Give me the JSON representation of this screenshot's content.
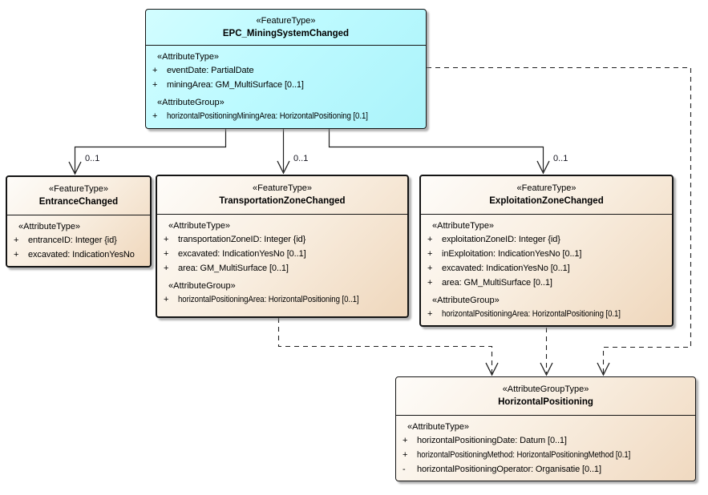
{
  "diagram": {
    "type": "uml-class-diagram",
    "background": "#ffffff",
    "colors": {
      "featuretype_changed_fill": "#bdfaff",
      "featuretype_fill": "#f7ead9",
      "border": "#141414",
      "shadow": "#7d7d7d",
      "text": "#000000"
    }
  },
  "boxes": [
    {
      "id": "epc-mining-system-changed",
      "stereotype": "«FeatureType»",
      "name": "EPC_MiningSystemChanged",
      "sections": [
        {
          "label": "«AttributeType»",
          "attrs": [
            {
              "vis": "+",
              "text": "eventDate: PartialDate"
            },
            {
              "vis": "+",
              "text": "miningArea: GM_MultiSurface [0..1]"
            }
          ]
        },
        {
          "label": "«AttributeGroup»",
          "attrs": [
            {
              "vis": "+",
              "text": "horizontalPositioningMiningArea: HorizontalPositioning [0.1]"
            }
          ]
        }
      ]
    },
    {
      "id": "entrance-changed",
      "stereotype": "«FeatureType»",
      "name": "EntranceChanged",
      "sections": [
        {
          "label": "«AttributeType»",
          "attrs": [
            {
              "vis": "+",
              "text": "entranceID: Integer {id}"
            },
            {
              "vis": "+",
              "text": "excavated: IndicationYesNo"
            }
          ]
        }
      ]
    },
    {
      "id": "transportation-zone-changed",
      "stereotype": "«FeatureType»",
      "name": "TransportationZoneChanged",
      "sections": [
        {
          "label": "«AttributeType»",
          "attrs": [
            {
              "vis": "+",
              "text": "transportationZoneID: Integer {id}"
            },
            {
              "vis": "+",
              "text": "excavated: IndicationYesNo [0..1]"
            },
            {
              "vis": "+",
              "text": "area: GM_MultiSurface [0..1]"
            }
          ]
        },
        {
          "label": "«AttributeGroup»",
          "attrs": [
            {
              "vis": "+",
              "text": "horizontalPositioningArea: HorizontalPositioning [0..1]"
            }
          ]
        }
      ]
    },
    {
      "id": "exploitation-zone-changed",
      "stereotype": "«FeatureType»",
      "name": "ExploitationZoneChanged",
      "sections": [
        {
          "label": "«AttributeType»",
          "attrs": [
            {
              "vis": "+",
              "text": "exploitationZoneID: Integer {id}"
            },
            {
              "vis": "+",
              "text": "inExploitation: IndicationYesNo [0..1]"
            },
            {
              "vis": "+",
              "text": "excavated: IndicationYesNo [0..1]"
            },
            {
              "vis": "+",
              "text": "area: GM_MultiSurface [0..1]"
            }
          ]
        },
        {
          "label": "«AttributeGroup»",
          "attrs": [
            {
              "vis": "+",
              "text": "horizontalPositioningArea: HorizontalPositioning [0.1]"
            }
          ]
        }
      ]
    },
    {
      "id": "horizontal-positioning",
      "stereotype": "«AttributeGroupType»",
      "name": "HorizontalPositioning",
      "sections": [
        {
          "label": "«AttributeType»",
          "attrs": [
            {
              "vis": "+",
              "text": "horizontalPositioningDate: Datum [0..1]"
            },
            {
              "vis": "+",
              "text": "horizontalPositioningMethod: HorizontalPositioningMethod [0.1]"
            },
            {
              "vis": "-",
              "text": "horizontalPositioningOperator: Organisatie [0..1]"
            }
          ]
        }
      ]
    }
  ],
  "connectors": {
    "multiplicities": [
      {
        "text": "0..1"
      },
      {
        "text": "0..1"
      },
      {
        "text": "0..1"
      }
    ]
  }
}
